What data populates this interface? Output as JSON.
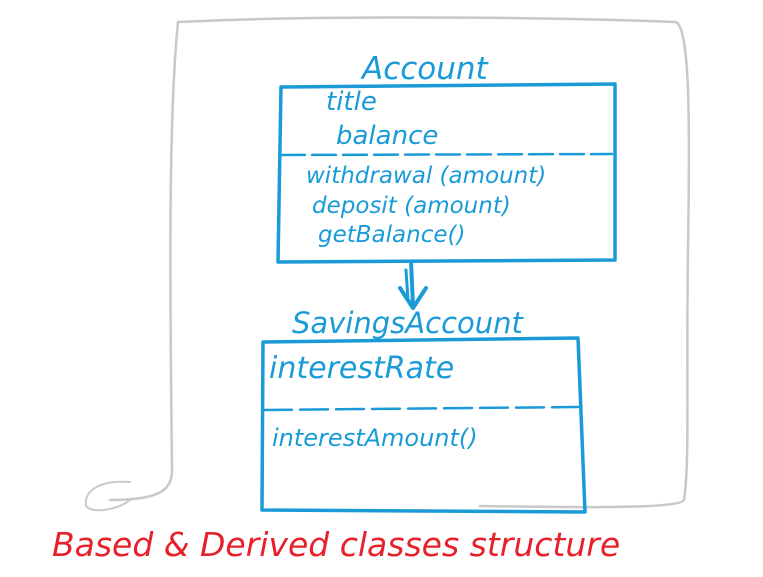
{
  "colors": {
    "ink": "#1a9bd7",
    "caption": "#e8202a",
    "frame": "#c9c9c9"
  },
  "base_class": {
    "name": "Account",
    "attributes": [
      "title",
      "balance"
    ],
    "methods": [
      "withdrawal (amount)",
      "deposit (amount)",
      "getBalance()"
    ]
  },
  "derived_class": {
    "name": "SavingsAccount",
    "attributes": [
      "interestRate"
    ],
    "methods": [
      "interestAmount()"
    ]
  },
  "caption": "Based & Derived classes structure"
}
